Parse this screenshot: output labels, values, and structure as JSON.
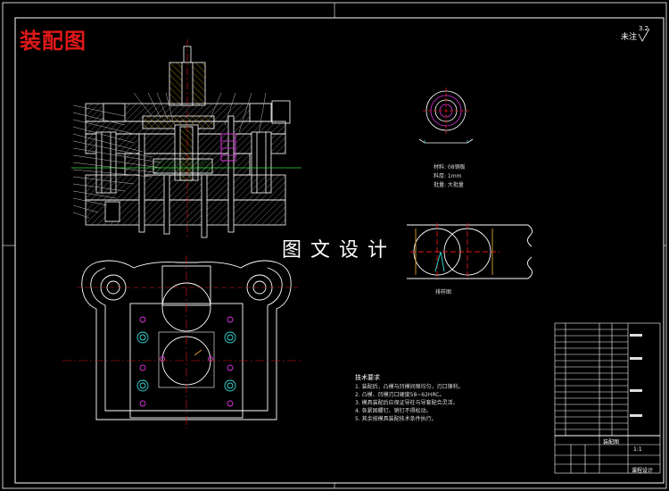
{
  "title": "装配图",
  "corner_note": "未注",
  "roughness": "3.2",
  "watermark": "图文设计",
  "part_info": {
    "line1": "材料: 08钢板",
    "line2": "料厚: 1mm",
    "line3": "批量: 大批量"
  },
  "layout_label": "排样图",
  "tech_requirements": {
    "title": "技术要求",
    "lines": [
      "1. 装配后，凸模与凹模间隙均匀，刃口锋利。",
      "2. 凸模、凹模刃口硬度58~62HRC。",
      "3. 模具装配后应保证导柱与导套配合灵活。",
      "4. 各紧固螺钉、销钉不得松动。",
      "5. 其余按模具装配技术条件执行。"
    ]
  },
  "title_block": {
    "drawing_name": "装配图",
    "scale": "1:1",
    "school": "课程设计"
  },
  "colors": {
    "line": "#ffffff",
    "red": "#e01818",
    "green": "#33dd33",
    "cyan": "#33dddd",
    "magenta": "#dd33dd",
    "yellow": "#dddd33",
    "orange": "#e0a030"
  }
}
